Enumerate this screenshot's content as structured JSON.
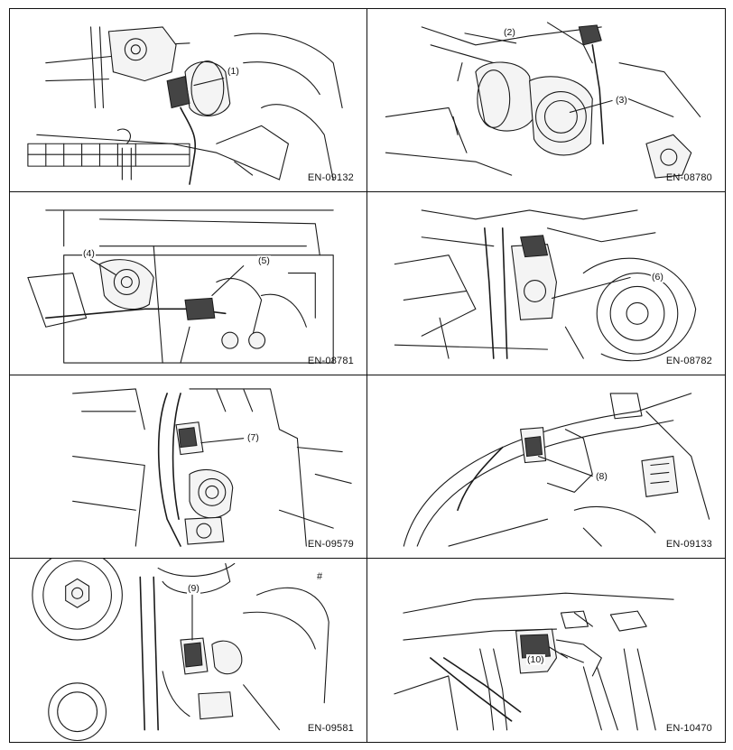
{
  "figures": [
    {
      "code": "EN-09132",
      "callouts": [
        "(1)"
      ]
    },
    {
      "code": "EN-08780",
      "callouts": [
        "(2)",
        "(3)"
      ]
    },
    {
      "code": "EN-08781",
      "callouts": [
        "(4)",
        "(5)"
      ]
    },
    {
      "code": "EN-08782",
      "callouts": [
        "(6)"
      ]
    },
    {
      "code": "EN-09579",
      "callouts": [
        "(7)"
      ]
    },
    {
      "code": "EN-09133",
      "callouts": [
        "(8)"
      ]
    },
    {
      "code": "EN-09581",
      "callouts": [
        "(9)"
      ],
      "marks": [
        "#"
      ]
    },
    {
      "code": "EN-10470",
      "callouts": [
        "(10)"
      ]
    }
  ]
}
